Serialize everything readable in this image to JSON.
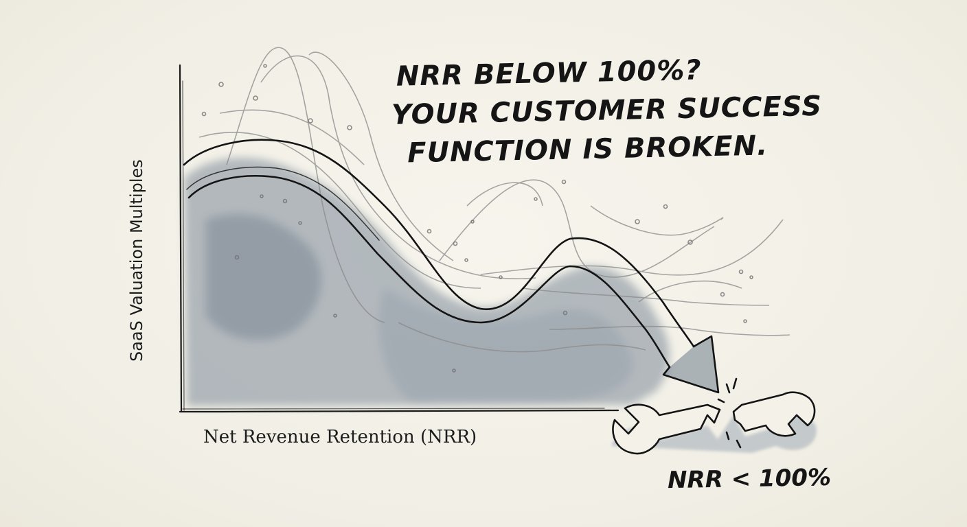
{
  "headline": {
    "line1": "NRR below 100%?",
    "line2": "Your customer success",
    "line3": "function is broken."
  },
  "axes": {
    "x_label": "Net Revenue Retention (NRR)",
    "y_label": "SaaS Valuation Multiples"
  },
  "callout": {
    "label": "NRR < 100%",
    "icon": "broken-wrench-icon"
  },
  "colors": {
    "ink": "#151515",
    "wash": "#7f8c9b",
    "paper": "#f3f1e8"
  }
}
